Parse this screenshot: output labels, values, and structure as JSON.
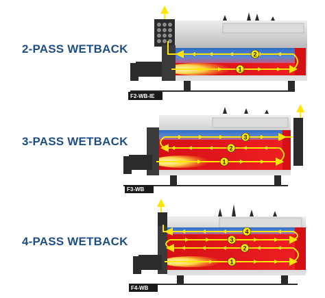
{
  "boilers": [
    {
      "title": "2-PASS WETBACK",
      "model": "F2-WB-IE",
      "passes": [
        "1",
        "2"
      ]
    },
    {
      "title": "3-PASS WETBACK",
      "model": "F3-WB",
      "passes": [
        "1",
        "2",
        "3"
      ]
    },
    {
      "title": "4-PASS WETBACK",
      "model": "F4-WB",
      "passes": [
        "1",
        "2",
        "3",
        "4"
      ]
    }
  ],
  "colors": {
    "title": "#1d4e86",
    "arrow": "#ffe600",
    "fire": "#e8161b",
    "water": "#2a64b8",
    "steel": "#c9c9c9",
    "dark": "#2a2a2a"
  }
}
